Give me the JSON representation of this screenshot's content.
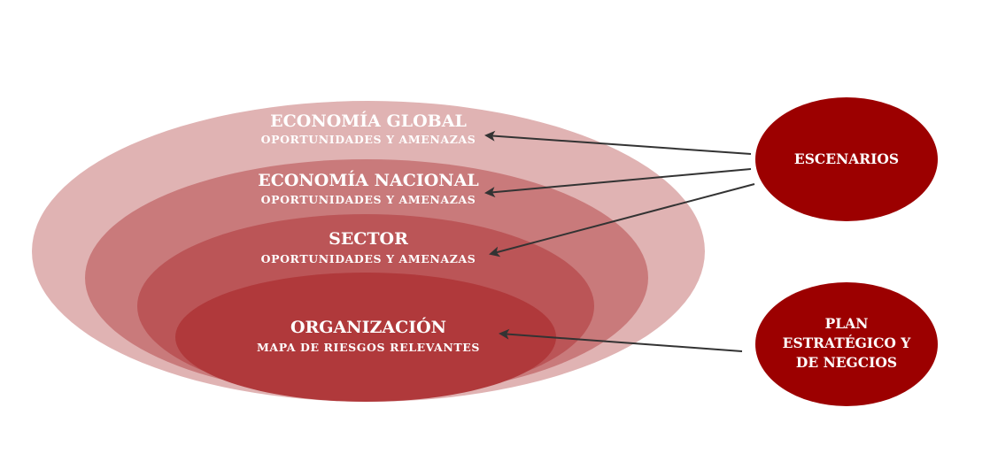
{
  "rings": [
    {
      "title": "ECONOMÍA GLOBAL",
      "subtitle": "OPORTUNIDADES Y AMENAZAS",
      "color": "#e0b3b3"
    },
    {
      "title": "ECONOMÍA NACIONAL",
      "subtitle": "OPORTUNIDADES Y AMENAZAS",
      "color": "#c97a7b"
    },
    {
      "title": "SECTOR",
      "subtitle": "OPORTUNIDADES Y AMENAZAS",
      "color": "#bb5557"
    },
    {
      "title": "ORGANIZACIÓN",
      "subtitle": "MAPA DE RIESGOS RELEVANTES",
      "color": "#b0393b"
    }
  ],
  "nodes": [
    {
      "lines": [
        "ESCENARIOS"
      ],
      "color": "#9c0000"
    },
    {
      "lines": [
        "PLAN",
        "ESTRATÉGICO Y",
        "DE NEGCIOS"
      ],
      "color": "#9c0000"
    }
  ],
  "arrow_color": "#333333"
}
